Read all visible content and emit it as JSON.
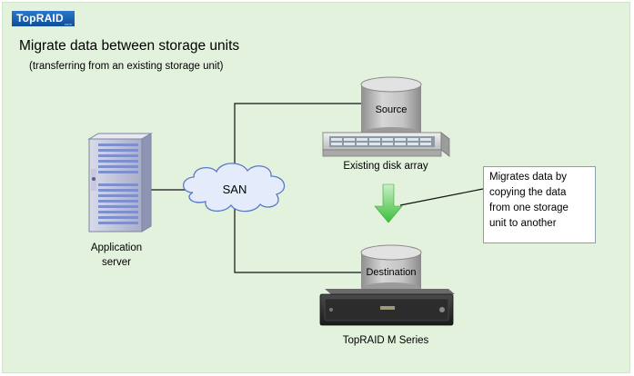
{
  "logo": {
    "text": "TopRAID",
    "sub": "com"
  },
  "title": "Migrate data between storage units",
  "subtitle": "(transferring from an existing storage unit)",
  "nodes": {
    "san": "SAN",
    "source_cylinder": "Source",
    "destination_cylinder": "Destination",
    "server_label_line1": "Application",
    "server_label_line2": "server",
    "existing_array_label": "Existing disk array",
    "topraid_label": "TopRAID M Series"
  },
  "callout": {
    "lines": [
      "Migrates data by",
      "copying the data",
      "from one storage",
      "unit to another"
    ]
  },
  "colors": {
    "panel_bg": "#e3f2dd",
    "arrow": "#4cc24a",
    "cylinder": "#bdbdbd",
    "line": "#111111",
    "logo": "#1e63b5"
  }
}
